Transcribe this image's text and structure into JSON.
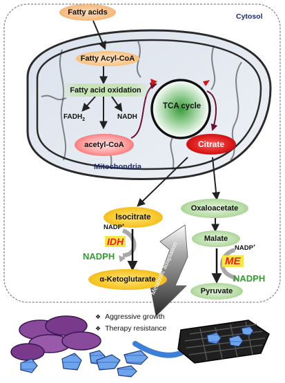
{
  "compartments": {
    "cytosol": "Cytosol",
    "mitochondria": "Mitochondria"
  },
  "metabolites": {
    "fatty_acids": "Fatty acids",
    "fatty_acyl_coa": "Fatty Acyl-CoA",
    "fatty_acid_oxidation": "Fatty acid oxidation",
    "fadh2_base": "FADH",
    "fadh2_sub": "2",
    "nadh": "NADH",
    "acetyl_coa": "acetyl-CoA",
    "tca_cycle": "TCA cycle",
    "citrate": "Citrate",
    "isocitrate": "Isocitrate",
    "oxaloacetate": "Oxaloacetate",
    "malate": "Malate",
    "alpha_ketoglutarate": "α-Ketoglutarate",
    "pyruvate": "Pyruvate"
  },
  "cofactors": {
    "nadp_left_base": "NADP",
    "nadp_left_sup": "+",
    "nadph_left": "NADPH",
    "nadp_right_base": "NADP",
    "nadp_right_sup": "+",
    "nadph_right": "NADPH"
  },
  "enzymes": {
    "idh": "IDH",
    "me": "ME"
  },
  "adaptation": {
    "arrow_label": "Metabolic adaptation",
    "bullets": [
      "Aggressive growth",
      "Therapy resistance"
    ]
  },
  "colors": {
    "orange": "#f4a742",
    "green": "#8dc07a",
    "red": "#d92020",
    "nadph_green": "#2e9e2e",
    "enzyme_text": "#e8201e",
    "enzyme_bg": "#f6e64a",
    "label_blue": "#1c2a6e"
  }
}
